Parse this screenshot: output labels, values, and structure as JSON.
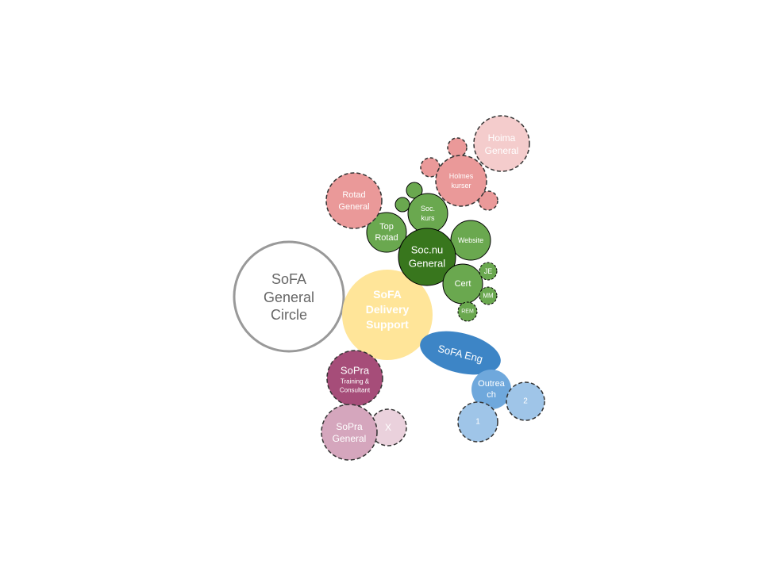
{
  "colors": {
    "white_circle_stroke": "#999999",
    "white_circle_text": "#666666",
    "delivery": "#ffe599",
    "green_dark": "#38761d",
    "green": "#6aa84f",
    "red": "#ea9999",
    "pink_light": "#f4cccc",
    "blue": "#3d85c6",
    "blue_mid": "#6fa8dc",
    "blue_light": "#9fc5e8",
    "magenta": "#a64d79",
    "pink_mauve": "#d5a6bd",
    "pink_pale": "#ead1dc",
    "outline": "#333333"
  },
  "nodes": {
    "sofa_general": {
      "lines": [
        "SoFA",
        "General",
        "Circle"
      ]
    },
    "sofa_delivery": {
      "lines": [
        "SoFA",
        "Delivery",
        "Support"
      ]
    },
    "soc_general": {
      "lines": [
        "Soc.nu",
        "General"
      ]
    },
    "website": {
      "lines": [
        "Website"
      ]
    },
    "top_rotad": {
      "lines": [
        "Top",
        "Rotad"
      ]
    },
    "soc_kurs": {
      "lines": [
        "Soc.",
        "kurs"
      ]
    },
    "cert": {
      "lines": [
        "Cert"
      ]
    },
    "je": {
      "lines": [
        "JE"
      ]
    },
    "mm": {
      "lines": [
        "MM"
      ]
    },
    "rem": {
      "lines": [
        "REM"
      ]
    },
    "rotad_general": {
      "lines": [
        "Rotad",
        "General"
      ]
    },
    "holmes_kurser": {
      "lines": [
        "Holmes",
        "kurser"
      ]
    },
    "hoima_general": {
      "lines": [
        "Hoima",
        "General"
      ]
    },
    "sofa_eng": {
      "lines": [
        "SoFA Eng"
      ]
    },
    "outreach": {
      "lines": [
        "Outrea",
        "ch"
      ]
    },
    "blue_1": {
      "lines": [
        "1"
      ]
    },
    "blue_2": {
      "lines": [
        "2"
      ]
    },
    "sopra_training": {
      "lines": [
        "SoPra"
      ],
      "sub_lines": [
        "Training &",
        "Consultant"
      ]
    },
    "sopra_general": {
      "lines": [
        "SoPra",
        "General"
      ]
    },
    "x": {
      "lines": [
        "X"
      ]
    }
  }
}
